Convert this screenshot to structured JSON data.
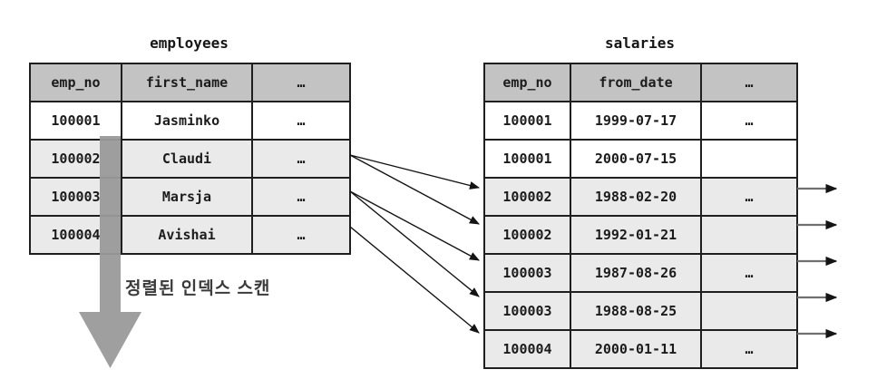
{
  "diagram": {
    "scan_label": "정렬된 인덱스 스캔"
  },
  "employees_table": {
    "title": "employees",
    "headers": [
      "emp_no",
      "first_name",
      "…"
    ],
    "rows": [
      {
        "emp_no": "100001",
        "first_name": "Jasminko",
        "more": "…"
      },
      {
        "emp_no": "100002",
        "first_name": "Claudi",
        "more": "…"
      },
      {
        "emp_no": "100003",
        "first_name": "Marsja",
        "more": "…"
      },
      {
        "emp_no": "100004",
        "first_name": "Avishai",
        "more": "…"
      }
    ]
  },
  "salaries_table": {
    "title": "salaries",
    "headers": [
      "emp_no",
      "from_date",
      "…"
    ],
    "rows": [
      {
        "emp_no": "100001",
        "from_date": "1999-07-17",
        "more": "…"
      },
      {
        "emp_no": "100001",
        "from_date": "2000-07-15",
        "more": ""
      },
      {
        "emp_no": "100002",
        "from_date": "1988-02-20",
        "more": "…"
      },
      {
        "emp_no": "100002",
        "from_date": "1992-01-21",
        "more": ""
      },
      {
        "emp_no": "100003",
        "from_date": "1987-08-26",
        "more": "…"
      },
      {
        "emp_no": "100003",
        "from_date": "1988-08-25",
        "more": ""
      },
      {
        "emp_no": "100004",
        "from_date": "2000-01-11",
        "more": "…"
      }
    ]
  },
  "colors": {
    "header_bg": "#c3c3c3",
    "highlight_row_bg": "#eaeaea",
    "table_border": "#1f1f1f",
    "scan_arrow_gray": "#9a9a9a",
    "join_arrow": "#141414",
    "row_out_arrow": "#707070"
  }
}
